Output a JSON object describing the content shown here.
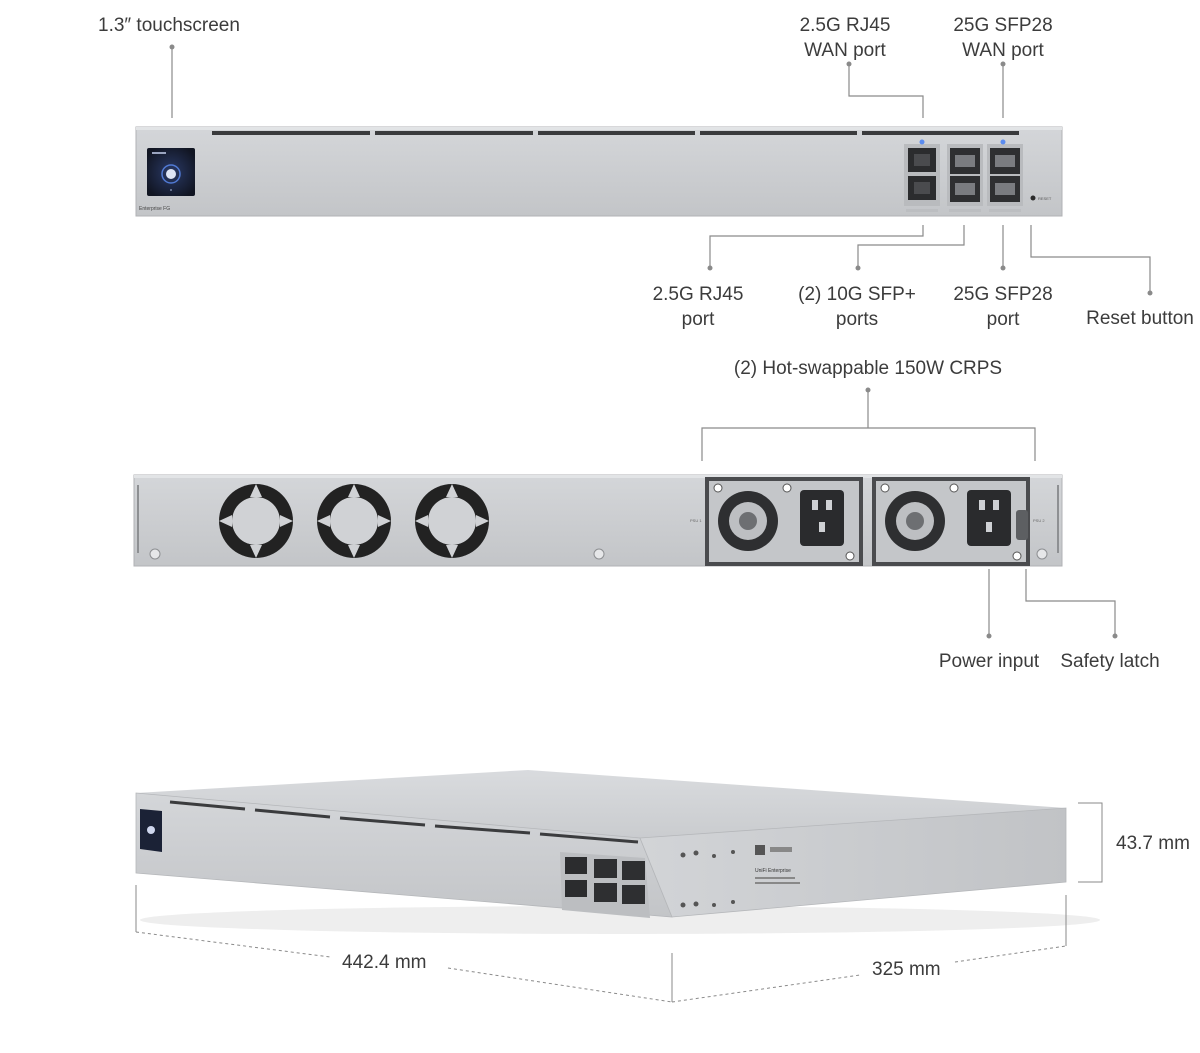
{
  "front_labels": {
    "touchscreen": "1.3″ touchscreen",
    "rj45_wan_line1": "2.5G RJ45",
    "rj45_wan_line2": "WAN port",
    "sfp28_wan_line1": "25G SFP28",
    "sfp28_wan_line2": "WAN port",
    "rj45_port_line1": "2.5G RJ45",
    "rj45_port_line2": "port",
    "sfp_plus_line1": "(2) 10G SFP+",
    "sfp_plus_line2": "ports",
    "sfp28_port_line1": "25G SFP28",
    "sfp28_port_line2": "port",
    "reset_button": "Reset button"
  },
  "rear_labels": {
    "crps": "(2) Hot-swappable 150W CRPS",
    "power_input": "Power input",
    "safety_latch": "Safety latch"
  },
  "dimensions": {
    "width": "442.4 mm",
    "depth": "325 mm",
    "height": "43.7 mm"
  },
  "device_print": {
    "front_brand": "Enterprise FG",
    "psu1": "PSU 1",
    "psu2": "PSU 2",
    "reset": "RESET",
    "side_brand": "UniFi Enterprise"
  },
  "colors": {
    "chassis": "#c9cbce",
    "chassis_dark": "#b3b5b8",
    "leader": "#8a8a8a",
    "screen": "#1b2236",
    "screen_accent": "#4f8cff"
  }
}
